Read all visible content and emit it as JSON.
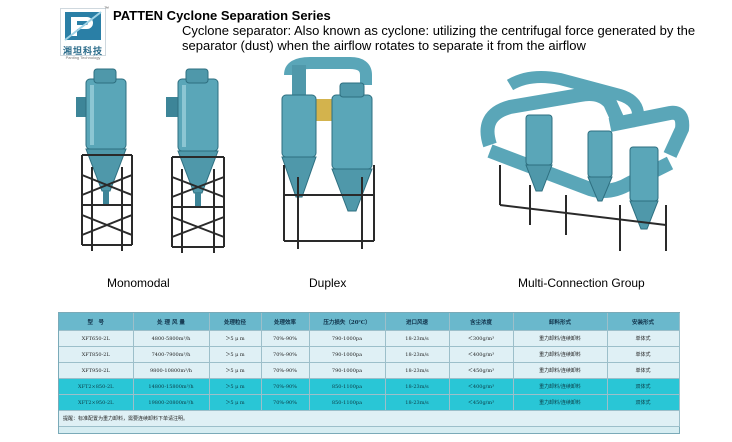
{
  "brand": {
    "logo_cn": "湘坦科技",
    "logo_en": "Panting Technology",
    "tm": "™"
  },
  "heading": {
    "title": "PATTEN Cyclone Separation Series",
    "description": "Cyclone separator: Also known as cyclone: utilizing the centrifugal force generated by the separator (dust) when the airflow rotates to separate it from the airflow"
  },
  "captions": {
    "mono": "Monomodal",
    "duplex": "Duplex",
    "multi": "Multi-Connection Group"
  },
  "colors": {
    "cyclone_body": "#5aa6b8",
    "cyclone_dark": "#2e6f80",
    "frame": "#2a2a2a",
    "table_header": "#6ab8cc",
    "table_highlight": "#29c6d6",
    "table_light": "#dff0f5"
  },
  "table": {
    "headers": [
      "型　号",
      "处 理 风 量",
      "处理粒径",
      "处理效率",
      "压力损失（20℃）",
      "进口风速",
      "含尘浓度",
      "卸料形式",
      "安装形式"
    ],
    "rows": [
      {
        "style": "light",
        "cells": [
          "XFT650-2L",
          "4800-5800m³/h",
          "＞5 μ m",
          "70%-90%",
          "790-1000pa",
          "18-23m/s",
          "＜300g/m³",
          "重力卸料/连续卸料",
          "单体式"
        ]
      },
      {
        "style": "light",
        "cells": [
          "XFT850-2L",
          "7400-7900m³/h",
          "＞5 μ m",
          "70%-90%",
          "790-1000pa",
          "18-23m/s",
          "＜400g/m³",
          "重力卸料/连续卸料",
          "单体式"
        ]
      },
      {
        "style": "light",
        "cells": [
          "XFT950-2L",
          "9800-10800m³/h",
          "＞5 μ m",
          "70%-90%",
          "790-1000pa",
          "18-23m/s",
          "＜450g/m³",
          "重力卸料/连续卸料",
          "单体式"
        ]
      },
      {
        "style": "hi",
        "cells": [
          "XFT2×850-2L",
          "14800-15800m³/h",
          "＞5 μ m",
          "70%-90%",
          "850-1100pa",
          "18-23m/s",
          "＜400g/m³",
          "重力卸料/连续卸料",
          "双体式"
        ]
      },
      {
        "style": "hi",
        "cells": [
          "XFT2×950-2L",
          "19800-20800m³/h",
          "＞5 μ m",
          "70%-90%",
          "850-1100pa",
          "18-23m/s",
          "＜450g/m³",
          "重力卸料/连续卸料",
          "双体式"
        ]
      }
    ],
    "note": "提醒：标准配置为重力卸料，需要连续卸料下单请注明。"
  }
}
